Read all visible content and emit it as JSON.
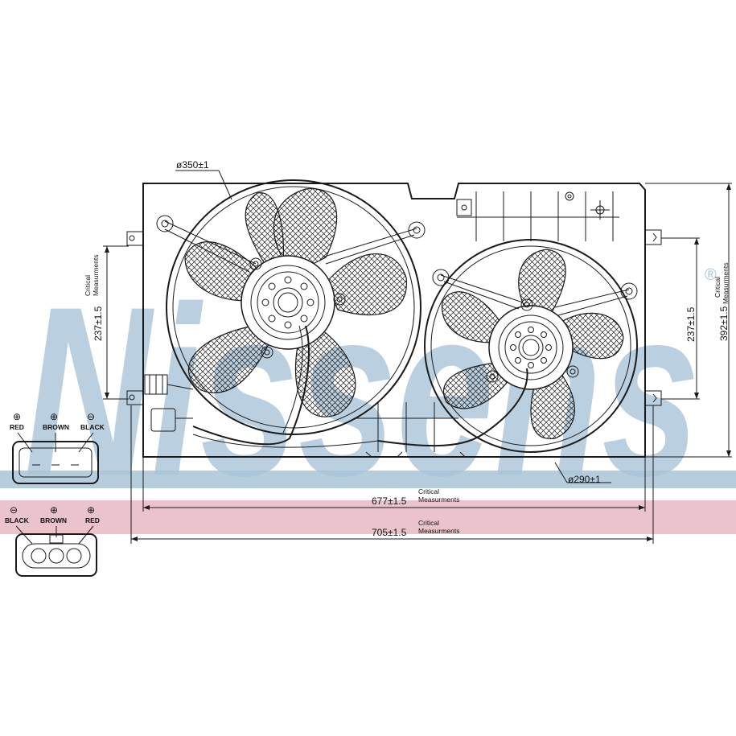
{
  "watermark": {
    "text": "Nissens",
    "registered_mark": "®",
    "band_colors": {
      "blue": "#a9c4d8",
      "pink": "#e9bcc6"
    }
  },
  "dimensions": {
    "fan_large_diameter": "ø350±1",
    "fan_small_diameter": "ø290±1",
    "height_left": "237±1.5",
    "height_right": "237±1.5",
    "total_height": "392±1.5",
    "width_inner": "677±1.5",
    "width_outer": "705±1.5",
    "critical_label_line1": "Critical",
    "critical_label_line2": "Measurments"
  },
  "connector_top": {
    "pins": [
      {
        "symbol": "⊕",
        "label": "RED"
      },
      {
        "symbol": "⊕",
        "label": "BROWN"
      },
      {
        "symbol": "⊖",
        "label": "BLACK"
      }
    ]
  },
  "connector_bottom": {
    "pins": [
      {
        "symbol": "⊖",
        "label": "BLACK"
      },
      {
        "symbol": "⊕",
        "label": "BROWN"
      },
      {
        "symbol": "⊕",
        "label": "RED"
      }
    ]
  }
}
